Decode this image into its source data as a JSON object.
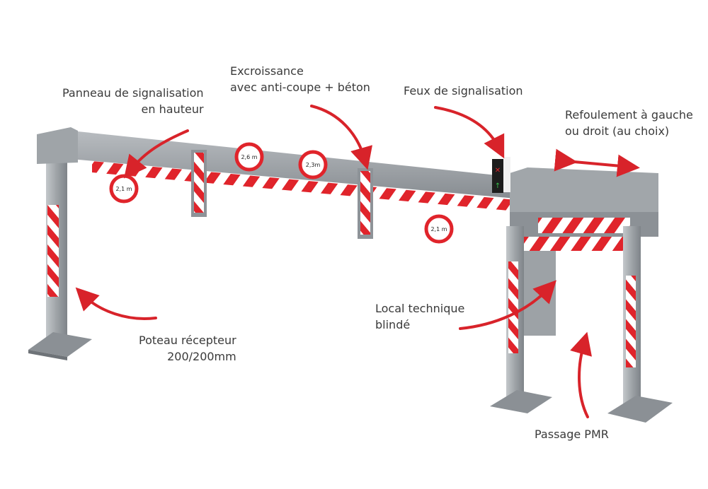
{
  "labels": {
    "panneau": {
      "line1": "Panneau de signalisation",
      "line2": "en hauteur"
    },
    "excroissance": {
      "line1": "Excroissance",
      "line2": "avec anti-coupe + béton"
    },
    "feux": {
      "line1": "Feux de signalisation"
    },
    "refoulement": {
      "line1": "Refoulement à gauche",
      "line2": "ou droit (au choix)"
    },
    "poteau": {
      "line1": "Poteau récepteur",
      "line2": "200/200mm"
    },
    "local": {
      "line1": "Local technique",
      "line2": "blindé"
    },
    "passage": {
      "line1": "Passage PMR"
    }
  },
  "signs": {
    "sign1": "2,1 m",
    "sign2": "2,6 m",
    "sign3": "2,3m",
    "sign4": "2,1 m"
  },
  "colors": {
    "arrow": "#d8232a",
    "steel": "#a9adb1",
    "steel_dark": "#7d8286",
    "stripe_red": "#e0242b",
    "stripe_white": "#ffffff",
    "text": "#3a3a3a"
  }
}
